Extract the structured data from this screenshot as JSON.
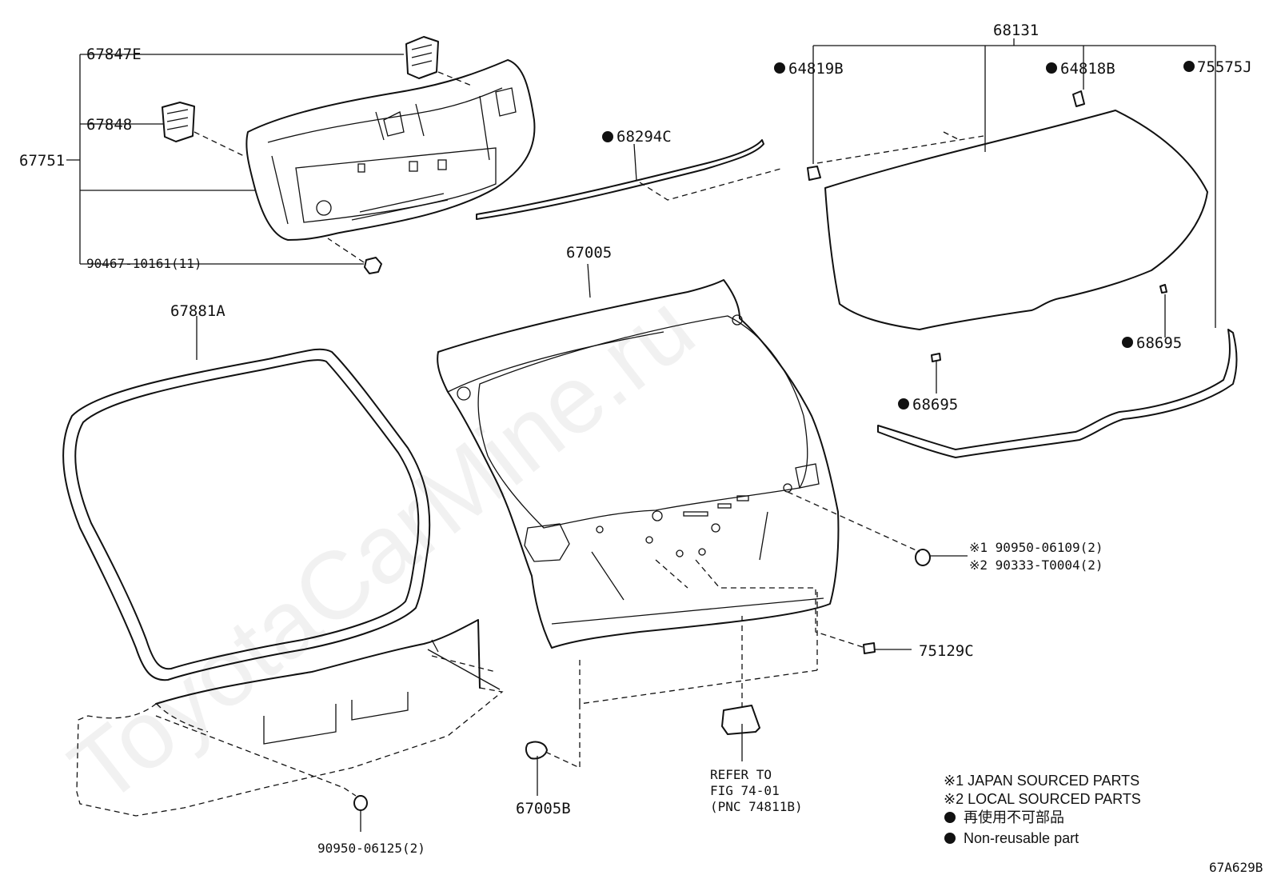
{
  "figure_code": "67A629B",
  "watermark": "ToyotaCarMine.ru",
  "parts": {
    "p67847E": "67847E",
    "p67848": "67848",
    "p67751": "67751",
    "p90467": "90467-10161(11)",
    "p68294C": "68294C",
    "p68131": "68131",
    "p64819B": "64819B",
    "p64818B": "64818B",
    "p75575J": "75575J",
    "p67005": "67005",
    "p67881A": "67881A",
    "p68695a": "68695",
    "p68695b": "68695",
    "p90950_06109": "※1 90950-06109(2)",
    "p90333": "※2 90333-T0004(2)",
    "p75129C": "75129C",
    "p67005B": "67005B",
    "p90950_06125": "90950-06125(2)",
    "refer_line1": "REFER TO",
    "refer_line2": "FIG 74-01",
    "refer_line3": "(PNC 74811B)"
  },
  "legend": {
    "japan": "※1 JAPAN SOURCED PARTS",
    "local": "※2 LOCAL SOURCED PARTS",
    "non_reusable_jp": "再使用不可部品",
    "non_reusable_en": "Non-reusable part"
  }
}
